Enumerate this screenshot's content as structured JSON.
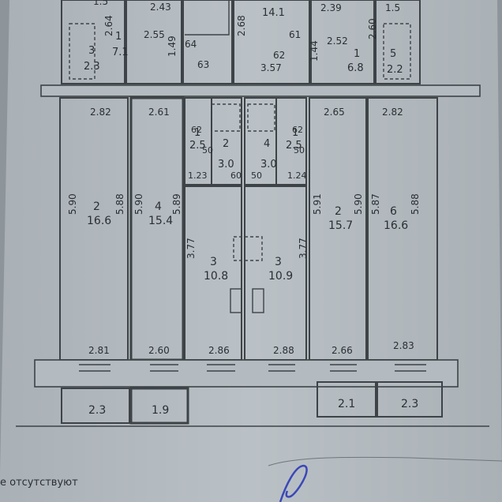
{
  "document": {
    "top_row": [
      {
        "num": "1",
        "area": "7.1"
      },
      {
        "num": "3",
        "area": "2.3"
      },
      {
        "num": "1",
        "area": "6.8"
      },
      {
        "num": "5",
        "area": "2.2"
      },
      {
        "num": "",
        "area": "14.1"
      }
    ],
    "top_dims": [
      "1.5",
      "2.43",
      "2.64",
      "2.55",
      "1.49",
      "64",
      "63",
      "2.68",
      "61",
      "62",
      "3.57",
      "1.44",
      "2.52",
      "2.39",
      "2.60",
      "1.5"
    ],
    "rooms": [
      {
        "num": "2",
        "area": "16.6"
      },
      {
        "num": "4",
        "area": "15.4"
      },
      {
        "num": "1",
        "area": "2.5"
      },
      {
        "num": "2",
        "area": "3.0"
      },
      {
        "num": "4",
        "area": "3.0"
      },
      {
        "num": "1",
        "area": "2.5"
      },
      {
        "num": "3",
        "area": "10.8"
      },
      {
        "num": "3",
        "area": "10.9"
      },
      {
        "num": "2",
        "area": "15.7"
      },
      {
        "num": "6",
        "area": "16.6"
      }
    ],
    "widths_top": [
      "2.82",
      "2.61",
      "2.65",
      "2.82"
    ],
    "small_dims": [
      "62",
      "1.23",
      "1.24",
      "62",
      "50",
      "50",
      "60",
      "50"
    ],
    "heights": [
      "5.90",
      "5.88",
      "5.90",
      "5.89",
      "3.77",
      "3.77",
      "5.91",
      "5.90",
      "5.87",
      "5.88"
    ],
    "widths_bottom": [
      "2.81",
      "2.60",
      "2.86",
      "2.88",
      "2.66",
      "2.83"
    ],
    "balconies": [
      "2.3",
      "1.9",
      "2.1",
      "2.3"
    ],
    "footer": "е отсутствуют"
  }
}
